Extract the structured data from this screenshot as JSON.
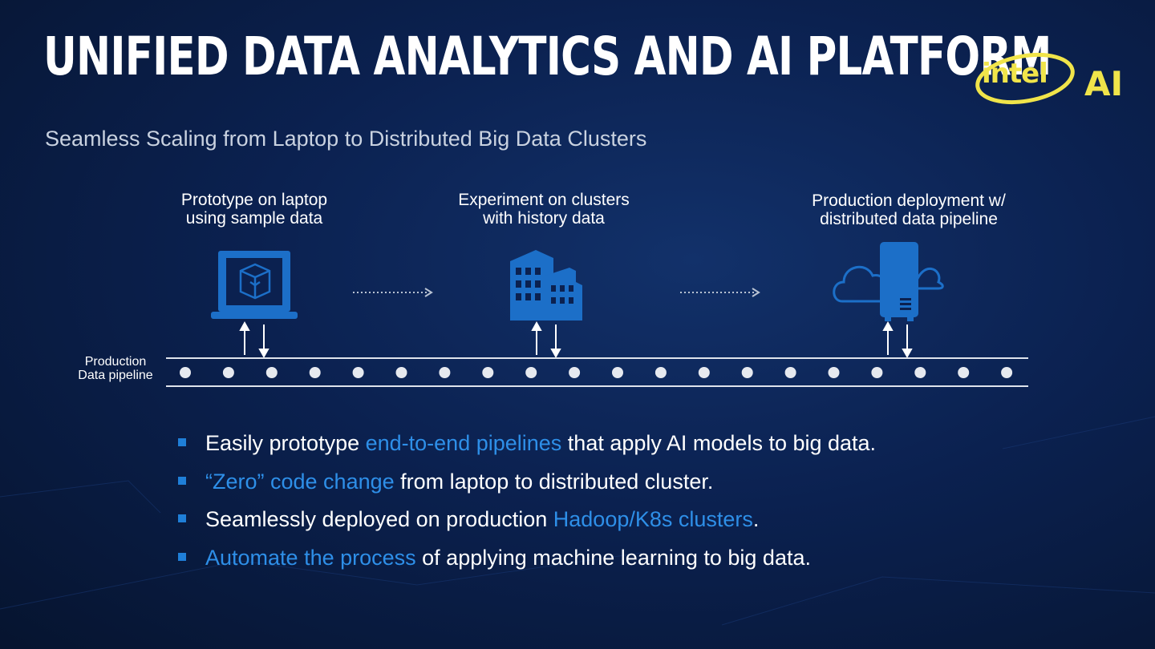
{
  "slide": {
    "title": "UNIFIED DATA ANALYTICS AND AI PLATFORM",
    "subtitle": "Seamless Scaling from Laptop to Distributed Big Data Clusters"
  },
  "logo": {
    "brand": "intel",
    "suffix": "AI",
    "color": "#f0e44a"
  },
  "stages": [
    {
      "line1": "Prototype on laptop",
      "line2": "using sample data",
      "icon": "laptop-icon"
    },
    {
      "line1": "Experiment on clusters",
      "line2": "with history data",
      "icon": "buildings-icon"
    },
    {
      "line1": "Production deployment w/",
      "line2": "distributed data pipeline",
      "icon": "cloud-server-icon"
    }
  ],
  "pipeline": {
    "line1": "Production",
    "line2": "Data pipeline"
  },
  "bullets": [
    {
      "before": "Easily prototype ",
      "highlight": "end-to-end pipelines",
      "after": " that apply AI models to big data."
    },
    {
      "before": "",
      "highlight": "“Zero” code change",
      "after": " from laptop to distributed cluster."
    },
    {
      "before": "Seamlessly deployed on production ",
      "highlight": "Hadoop/K8s clusters",
      "after": "."
    },
    {
      "before": "",
      "highlight": "Automate the process",
      "after": " of applying machine learning to big data."
    }
  ],
  "colors": {
    "accent": "#2e8fe8",
    "icon_blue": "#1c6fc8",
    "bullet_square": "#1f7fd8"
  }
}
